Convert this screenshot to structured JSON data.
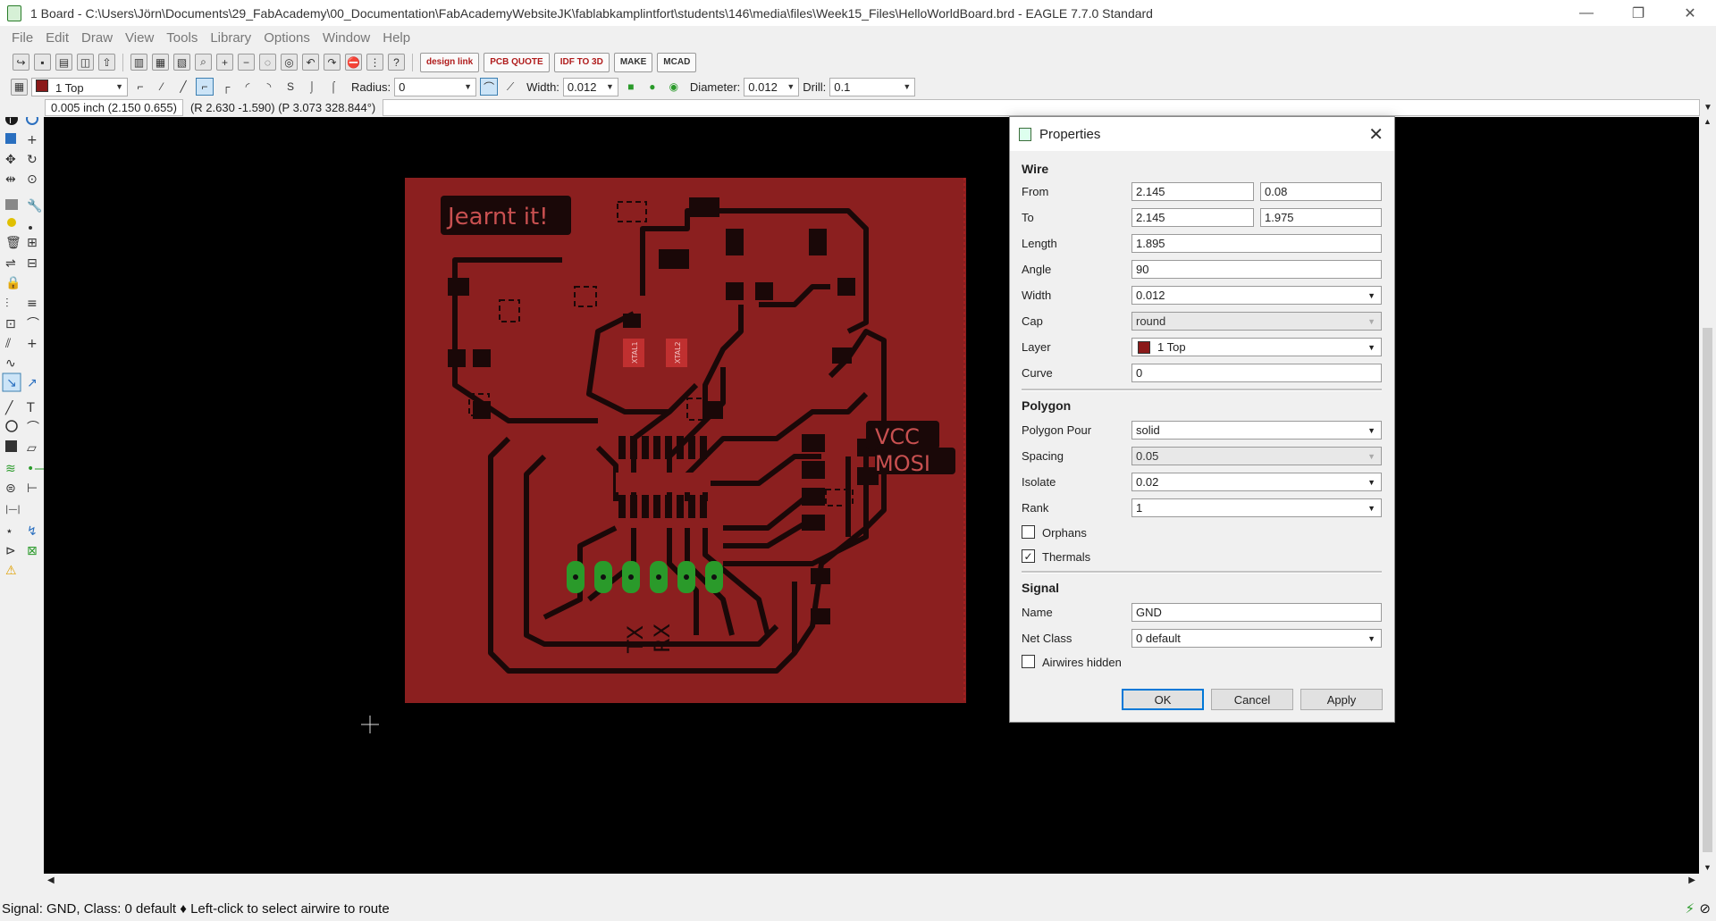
{
  "window": {
    "title": "1 Board - C:\\Users\\Jörn\\Documents\\29_FabAcademy\\00_Documentation\\FabAcademyWebsiteJK\\fablabkamplintfort\\students\\146\\media\\files\\Week15_Files\\HelloWorldBoard.brd - EAGLE 7.7.0 Standard",
    "minimize_glyph": "—",
    "maximize_glyph": "❐",
    "close_glyph": "✕"
  },
  "menu": [
    "File",
    "Edit",
    "Draw",
    "View",
    "Tools",
    "Library",
    "Options",
    "Window",
    "Help"
  ],
  "toolbar": {
    "badges": [
      "design link",
      "PCB QUOTE",
      "IDF TO 3D",
      "MAKE",
      "MCAD"
    ]
  },
  "params": {
    "layer": "1 Top",
    "radius_label": "Radius:",
    "radius_value": "0",
    "width_label": "Width:",
    "width_value": "0.012",
    "diameter_label": "Diameter:",
    "diameter_value": "0.012",
    "drill_label": "Drill:",
    "drill_value": "0.1"
  },
  "coords": {
    "grid": "0.005 inch (2.150 0.655)",
    "polar": "(R 2.630 -1.590) (P 3.073 328.844°)"
  },
  "board": {
    "silk_text": "Jearnt it!",
    "vcc": "VCC",
    "mosi": "MOSI",
    "tx": "TX",
    "rx": "RX",
    "xtal1": "XTAL1",
    "xtal2": "XTAL2"
  },
  "dialog": {
    "title": "Properties",
    "close_glyph": "✕",
    "wire": {
      "heading": "Wire",
      "from_label": "From",
      "from_x": "2.145",
      "from_y": "0.08",
      "to_label": "To",
      "to_x": "2.145",
      "to_y": "1.975",
      "length_label": "Length",
      "length": "1.895",
      "angle_label": "Angle",
      "angle": "90",
      "width_label": "Width",
      "width": "0.012",
      "cap_label": "Cap",
      "cap": "round",
      "layer_label": "Layer",
      "layer": "1 Top",
      "curve_label": "Curve",
      "curve": "0"
    },
    "polygon": {
      "heading": "Polygon",
      "pour_label": "Polygon Pour",
      "pour": "solid",
      "spacing_label": "Spacing",
      "spacing": "0.05",
      "isolate_label": "Isolate",
      "isolate": "0.02",
      "rank_label": "Rank",
      "rank": "1",
      "orphans_label": "Orphans",
      "thermals_label": "Thermals"
    },
    "signal": {
      "heading": "Signal",
      "name_label": "Name",
      "name": "GND",
      "netclass_label": "Net Class",
      "netclass": "0 default",
      "airwires_label": "Airwires hidden"
    },
    "buttons": {
      "ok": "OK",
      "cancel": "Cancel",
      "apply": "Apply"
    }
  },
  "status": {
    "text": "Signal: GND, Class: 0 default  ♦ Left-click to select airwire to route"
  },
  "colors": {
    "board_red": "#8b1f1f",
    "trace_dark": "#1a0808",
    "pad_green": "#2a9a2a",
    "layer_top": "#8b1a1a"
  }
}
